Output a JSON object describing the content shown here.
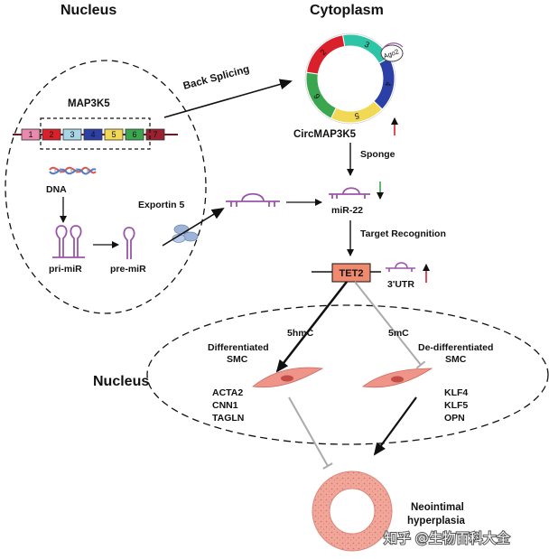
{
  "headings": {
    "nucleus_top": "Nucleus",
    "cytoplasm": "Cytoplasm",
    "nucleus_lower": "Nucleus"
  },
  "gene": {
    "name": "MAP3K5",
    "exons": [
      "1",
      "2",
      "3",
      "4",
      "5",
      "6",
      "7"
    ],
    "exon_colors": [
      "#e889ad",
      "#d9202b",
      "#a8d6e6",
      "#2b3fa6",
      "#f2d955",
      "#3aa650",
      "#9b2030"
    ]
  },
  "labels": {
    "dna": "DNA",
    "pri_mir": "pri-miR",
    "pre_mir": "pre-miR",
    "exportin": "Exportin 5",
    "back_splicing": "Back Splicing",
    "circ_name": "CircMAP3K5",
    "ago2": "Ago2",
    "sponge": "Sponge",
    "mir22": "miR-22",
    "target_recognition": "Target Recognition",
    "tet2": "TET2",
    "utr": "3'UTR",
    "mark_5hmc": "5hmC",
    "mark_5mc": "5mC",
    "diff_line1": "Differentiated",
    "diff_line2": "SMC",
    "dediff_line1": "De-differentiated",
    "dediff_line2": "SMC",
    "neointimal_line1": "Neointimal",
    "neointimal_line2": "hyperplasia",
    "watermark": "知乎 @生物百科大全"
  },
  "markers_left": [
    "ACTA2",
    "CNN1",
    "TAGLN"
  ],
  "markers_right": [
    "KLF4",
    "KLF5",
    "OPN"
  ],
  "circ_segments": [
    {
      "label": "3",
      "color": "#2ec4a6"
    },
    {
      "label": "4",
      "color": "#2b3fa6"
    },
    {
      "label": "5",
      "color": "#f2d955"
    },
    {
      "label": "6",
      "color": "#3aa650"
    },
    {
      "label": "2",
      "color": "#d9202b"
    }
  ],
  "colors": {
    "up_arrow": "#d9202b",
    "down_arrow": "#3aa650",
    "rna": "#9a55a8",
    "tet2_fill": "#f08a6e",
    "vessel": "#f0a79a",
    "cell": "#ee9489",
    "exportin": "#9db4d8"
  }
}
